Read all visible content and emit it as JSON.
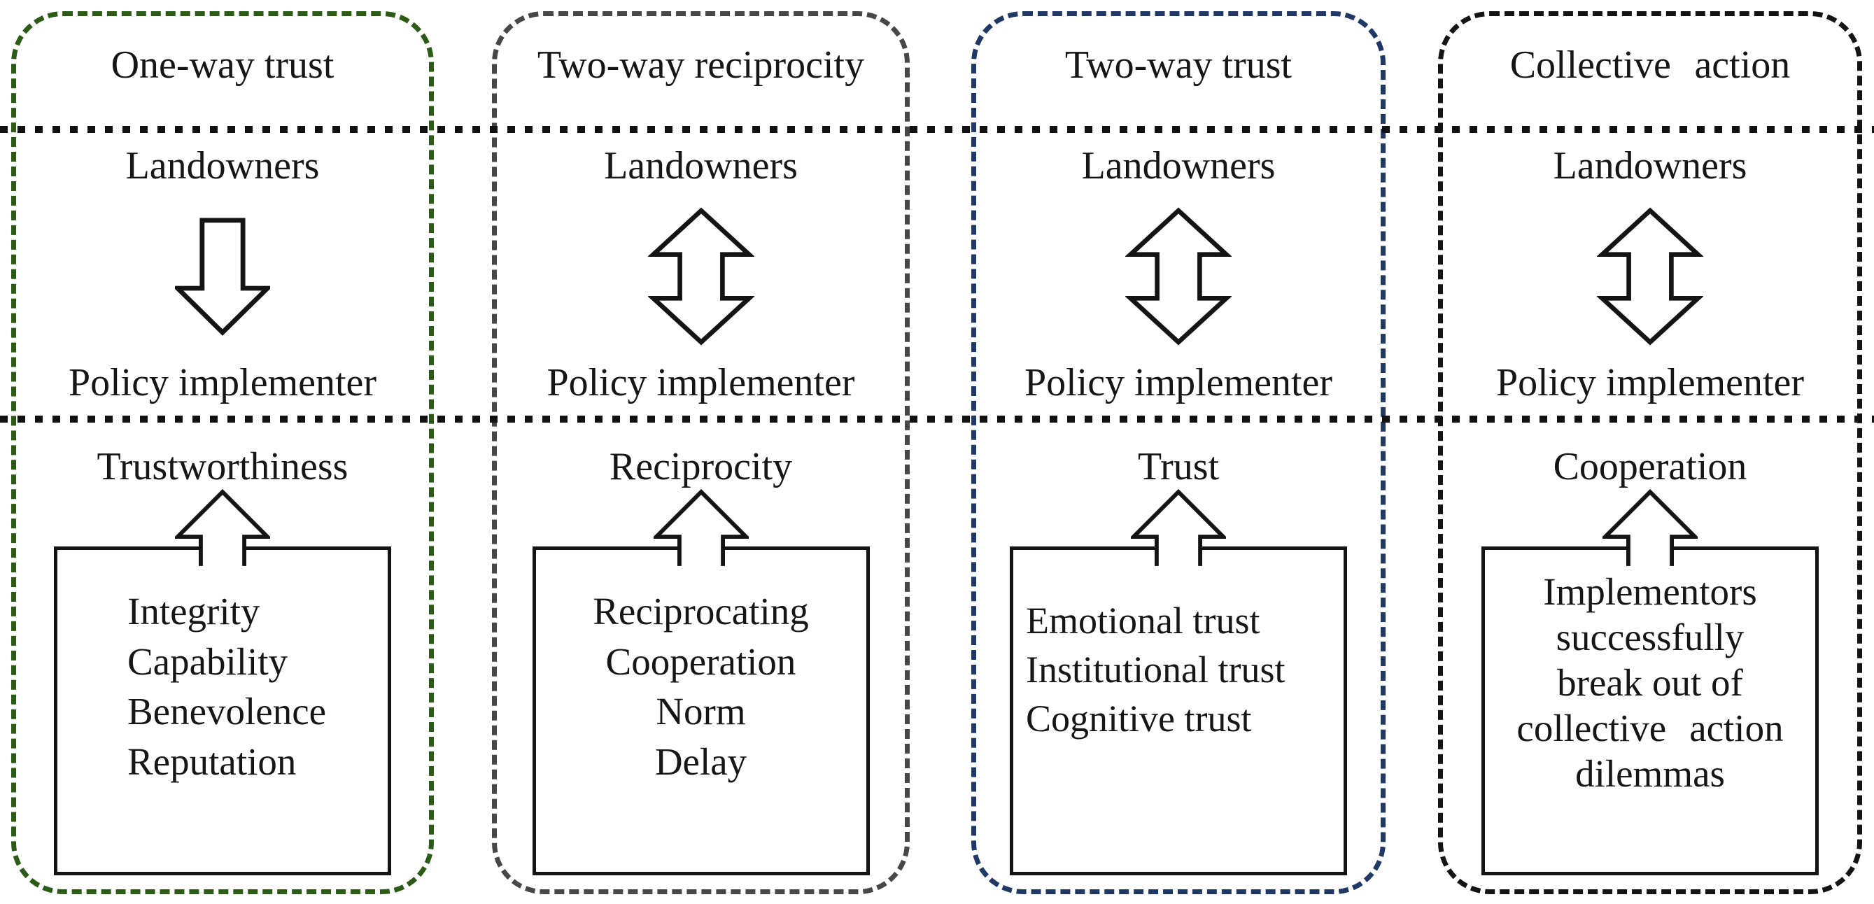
{
  "figure": {
    "columns": [
      {
        "id": "one-way-trust",
        "title": "One-way trust",
        "accent_color": "#2b5b16",
        "actor_top": "Landowners",
        "actor_bottom": "Policy implementer",
        "relation_icon": "down-arrow",
        "outcome_label": "Trustworthiness",
        "outcome_icon": "up-arrow",
        "box_items": [
          "Integrity",
          "Capability",
          "Benevolence",
          "Reputation"
        ]
      },
      {
        "id": "two-way-reciprocity",
        "title": "Two-way reciprocity",
        "accent_color": "#474747",
        "actor_top": "Landowners",
        "actor_bottom": "Policy implementer",
        "relation_icon": "double-vertical-arrow",
        "outcome_label": "Reciprocity",
        "outcome_icon": "up-arrow",
        "box_items": [
          "Reciprocating",
          "Cooperation",
          "Norm",
          "Delay"
        ]
      },
      {
        "id": "two-way-trust",
        "title": "Two-way trust",
        "accent_color": "#1f3864",
        "actor_top": "Landowners",
        "actor_bottom": "Policy implementer",
        "relation_icon": "double-vertical-arrow",
        "outcome_label": "Trust",
        "outcome_icon": "up-arrow",
        "box_items": [
          "Emotional trust",
          "Institutional trust",
          "Cognitive trust"
        ]
      },
      {
        "id": "collective-action",
        "title": "Collective action",
        "accent_color": "#141414",
        "actor_top": "Landowners",
        "actor_bottom": "Policy implementer",
        "relation_icon": "double-vertical-arrow",
        "outcome_label": "Cooperation",
        "outcome_icon": "up-arrow",
        "box_items": [
          "Implementors",
          "successfully",
          "break out of",
          "collective action",
          "dilemmas"
        ]
      }
    ]
  }
}
